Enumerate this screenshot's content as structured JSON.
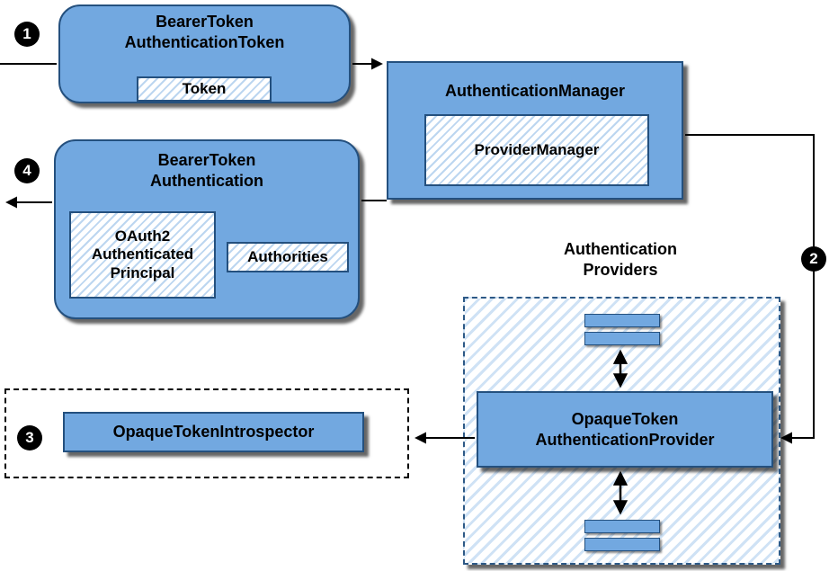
{
  "diagram": {
    "badges": {
      "step1": "1",
      "step2": "2",
      "step3": "3",
      "step4": "4"
    },
    "nodes": {
      "bearerTokenAuthenticationToken": {
        "title": "BearerToken\nAuthenticationToken",
        "token": "Token"
      },
      "authenticationManager": {
        "title": "AuthenticationManager",
        "providerManager": "ProviderManager"
      },
      "bearerTokenAuthentication": {
        "title": "BearerToken\nAuthentication",
        "principal": "OAuth2\nAuthenticated\nPrincipal",
        "authorities": "Authorities"
      },
      "authenticationProviders": {
        "label": "Authentication\nProviders"
      },
      "opaqueTokenAuthenticationProvider": {
        "title": "OpaqueToken\nAuthenticationProvider"
      },
      "opaqueTokenIntrospector": {
        "title": "OpaqueTokenIntrospector"
      }
    },
    "colors": {
      "boxFill": "#72a8e0",
      "boxBorder": "#24507e",
      "hatchStripe": "#bcd6f0",
      "dashedBlue": "#2d5986",
      "badgeFill": "#000000",
      "badgeText": "#ffffff",
      "arrow": "#000000"
    }
  }
}
